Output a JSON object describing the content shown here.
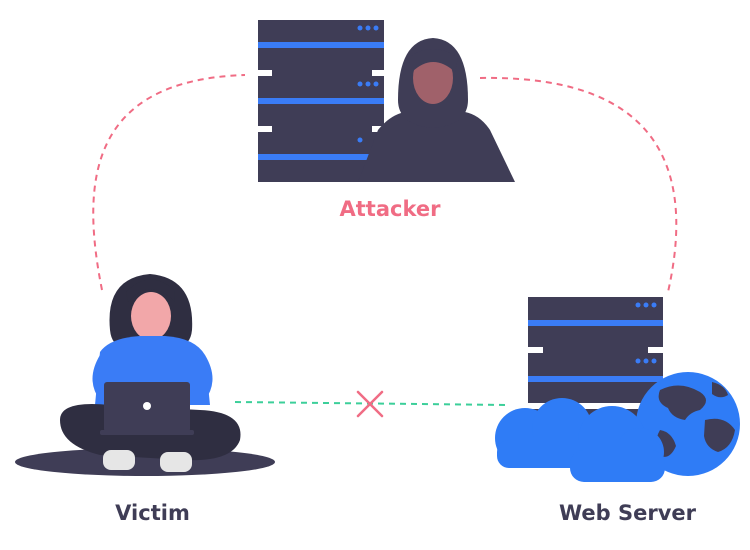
{
  "labels": {
    "attacker": "Attacker",
    "victim": "Victim",
    "web_server": "Web Server"
  },
  "colors": {
    "dark": "#3f3d56",
    "accent_blue": "#3a7cf6",
    "attacker_red": "#f06c84",
    "skin": "#a0616a",
    "skin_light": "#f2a7a9",
    "link_dashed_red": "#f06c84",
    "link_dashed_green": "#3ccf9a",
    "block_x": "#f06c84",
    "globe_blue": "#2f7cf6",
    "cloud_blue": "#2f7cf6"
  },
  "icons": {
    "attacker": "hooded-hacker-icon",
    "server": "server-rack-icon",
    "blocked": "cross-icon",
    "globe": "globe-icon",
    "cloud": "cloud-icon",
    "victim": "person-with-laptop-icon"
  }
}
